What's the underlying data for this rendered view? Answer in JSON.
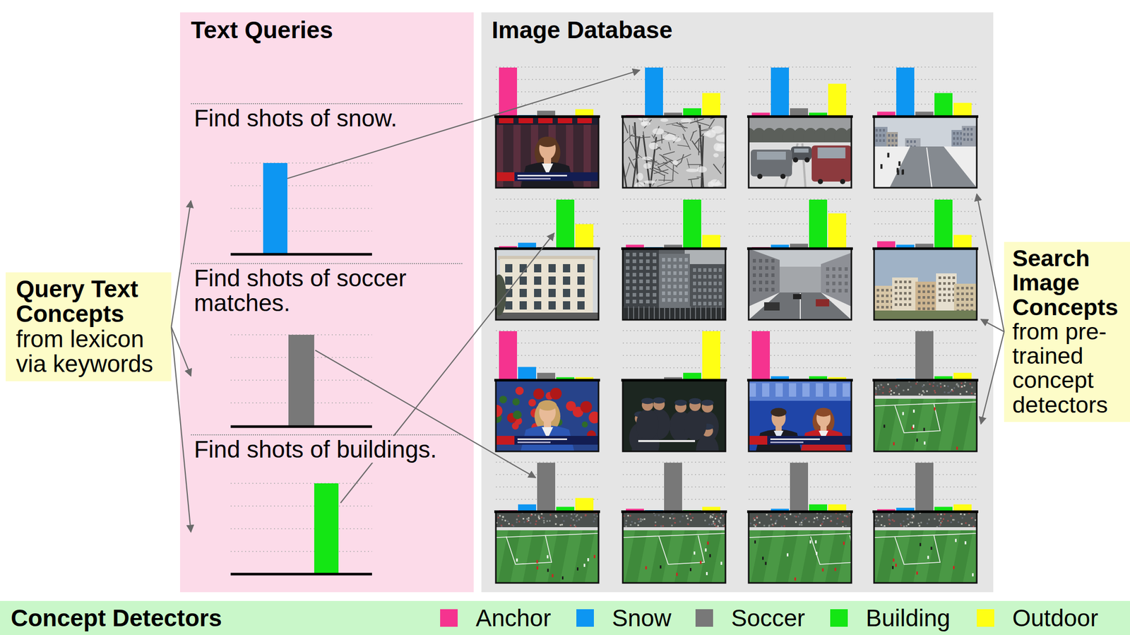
{
  "diagram": {
    "nodes": [
      {
        "text": [
          "Text Queries"
        ]
      },
      {
        "text": [
          "Find shots of snow."
        ],
        "in": 0
      },
      {
        "text": [
          "Find shots of soccer matches."
        ],
        "in": 0
      },
      {
        "text": [
          "Find shots of buildings."
        ],
        "in": 0
      },
      {
        "text": [
          "Image Database"
        ]
      },
      {
        "text": [
          "Query Text Concepts",
          "from lexicon via keywords"
        ]
      },
      {
        "text": [
          "Search Image Concepts",
          "from pre-trained concept detectors"
        ]
      },
      {
        "text": [
          "Concept Detectors"
        ]
      }
    ],
    "edges": [
      {
        "from": 5,
        "to": 1,
        "arrow": "to"
      },
      {
        "from": 5,
        "to": 2,
        "arrow": "to"
      },
      {
        "from": 5,
        "to": 3,
        "arrow": "to"
      }
    ],
    "legend": [
      {
        "text": "Anchor",
        "color": "#f5338f"
      },
      {
        "text": "Snow",
        "color": "#0d96f2"
      },
      {
        "text": "Soccer",
        "color": "#787878"
      },
      {
        "text": "Building",
        "color": "#14e614"
      },
      {
        "text": "Outdoor",
        "color": "#ffff14"
      }
    ]
  }
}
